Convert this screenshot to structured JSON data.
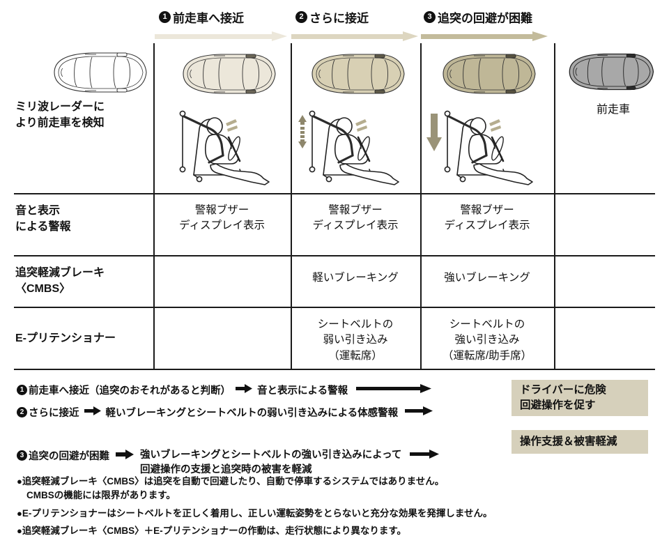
{
  "stages": [
    {
      "num": "❶",
      "label": "前走車へ接近",
      "arrow_color": "#ece7da"
    },
    {
      "num": "❷",
      "label": "さらに接近",
      "arrow_color": "#ddd6c0"
    },
    {
      "num": "❸",
      "label": "追突の回避が困難",
      "arrow_color": "#c3bb9b"
    }
  ],
  "lead_car_label": "前走車",
  "table": {
    "rows": [
      {
        "label_lines": [
          "ミリ波レーダーに",
          "より前走車を検知"
        ],
        "cells": [
          [],
          [],
          []
        ]
      },
      {
        "label_lines": [
          "音と表示",
          "による警報"
        ],
        "cells": [
          [
            "警報ブザー",
            "ディスプレイ表示"
          ],
          [
            "警報ブザー",
            "ディスプレイ表示"
          ],
          [
            "警報ブザー",
            "ディスプレイ表示"
          ]
        ]
      },
      {
        "label_lines": [
          "追突軽減ブレーキ",
          "〈CMBS〉"
        ],
        "cells": [
          [],
          [
            "軽いブレーキング"
          ],
          [
            "強いブレーキング"
          ]
        ]
      },
      {
        "label_lines": [
          "E-プリテンショナー"
        ],
        "cells": [
          [],
          [
            "シートベルトの",
            "弱い引き込み",
            "（運転席）"
          ],
          [
            "シートベルトの",
            "強い引き込み",
            "（運転席/助手席）"
          ]
        ]
      }
    ]
  },
  "flow": {
    "lines": [
      {
        "num": "❶",
        "segments": [
          "前走車へ接近（追突のおそれがあると判断）",
          "音と表示による警報"
        ]
      },
      {
        "num": "❷",
        "segments": [
          "さらに接近",
          "軽いブレーキングとシートベルトの弱い引き込みによる体感警報"
        ]
      },
      {
        "num": "❸",
        "segments": [
          "追突の回避が困難",
          "強いブレーキングとシートベルトの強い引き込みによって\n回避操作の支援と追突時の被害を軽減"
        ]
      }
    ],
    "result_boxes": [
      {
        "lines": [
          "ドライバーに危険",
          "回避操作を促す"
        ]
      },
      {
        "lines": [
          "操作支援＆被害軽減"
        ]
      }
    ]
  },
  "notes": [
    {
      "bullet": "●",
      "text": "追突軽減ブレーキ〈CMBS〉は追突を自動で回避したり、自動で停車するシステムではありません。",
      "cont": "CMBSの機能には限界があります。"
    },
    {
      "bullet": "●",
      "text": "E-プリテンショナーはシートベルトを正しく着用し、正しい運転姿勢をとらないと充分な効果を発揮しません。",
      "cont": ""
    },
    {
      "bullet": "●",
      "text": "追突軽減ブレーキ〈CMBS〉＋E-プリテンショナーの作動は、走行状態により異なります。",
      "cont": ""
    }
  ],
  "colors": {
    "accent_box": "#d6d0bb",
    "arrow_dark": "#111111",
    "lead_car": "#a8a8a8",
    "car_stage1": "#ffffff",
    "car_stage2": "#e8e3d2",
    "car_stage3": "#cdc6a8",
    "car_stage4": "#b9b193"
  }
}
